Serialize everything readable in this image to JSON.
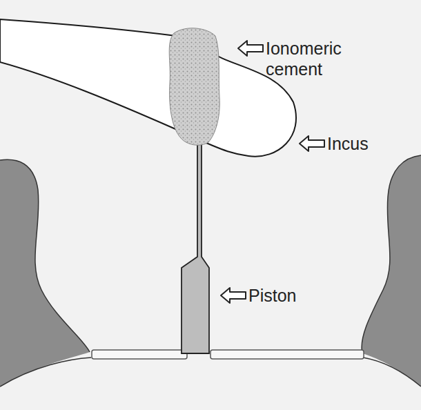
{
  "diagram": {
    "labels": [
      "Ionomeric cement",
      "Incus",
      "Piston"
    ]
  }
}
